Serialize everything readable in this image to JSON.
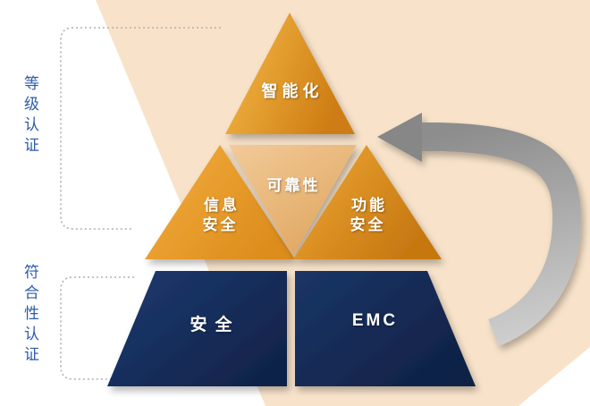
{
  "diagram": {
    "side_labels": {
      "top": "等级认证",
      "bottom": "符合性认证"
    },
    "pyramid": {
      "peak": "智能化",
      "center": "可靠性",
      "mid_left": "信息\n安全",
      "mid_right": "功能\n安全",
      "base_left": "安全",
      "base_right": "EMC"
    },
    "icons": {
      "arrow": "curved-left-arrow"
    },
    "colors": {
      "background_accent": "#f8e3ca",
      "orange_light": "#f4b545",
      "orange_dark": "#cf7f14",
      "tan": "#eec28d",
      "navy": "#15295a",
      "label_blue": "#2e5ba9",
      "arrow_gray": "#9c9c9c",
      "dotted_line": "#b0b0b0"
    }
  }
}
